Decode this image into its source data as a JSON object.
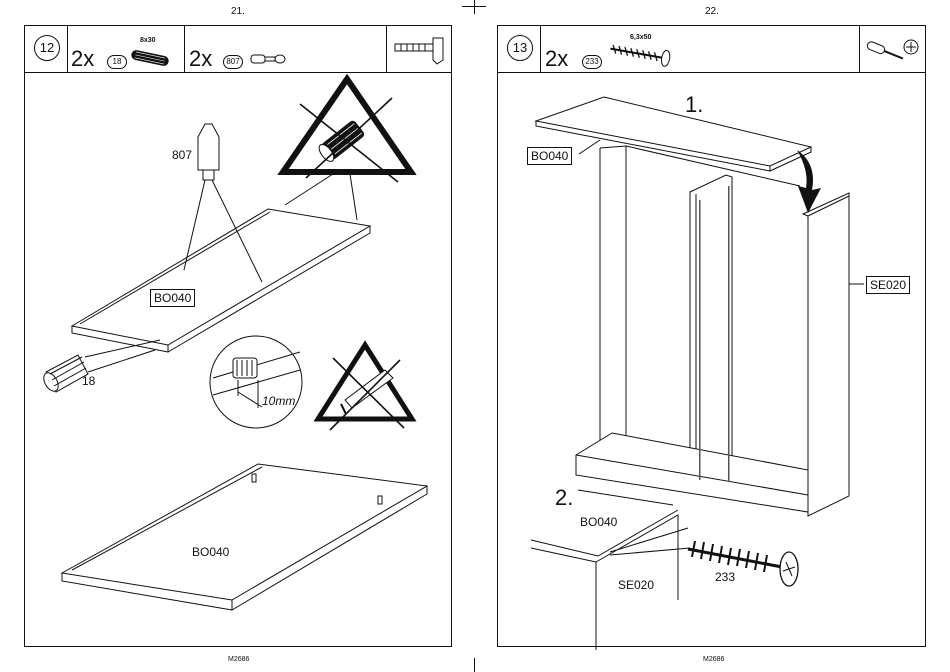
{
  "left_page": {
    "page_number": "21.",
    "footer_code": "M2686",
    "step": "12",
    "parts": [
      {
        "qty": "2x",
        "code": "18",
        "dimension": "8x30"
      },
      {
        "qty": "2x",
        "code": "807"
      }
    ],
    "tool_icon": "hammer-icon",
    "callouts": {
      "pin_807": "807",
      "dowel_18": "18",
      "panel_top": "BO040",
      "panel_bottom": "BO040",
      "depth": "10mm"
    },
    "warning_icons": [
      "no-dowel-hammer-warning-icon",
      "no-glue-warning-icon"
    ]
  },
  "right_page": {
    "page_number": "22.",
    "footer_code": "M2686",
    "step": "13",
    "parts": [
      {
        "qty": "2x",
        "code": "233",
        "dimension": "6,3x50"
      }
    ],
    "tool_icons": [
      "screwdriver-icon",
      "phillips-head-icon"
    ],
    "substeps": [
      "1.",
      "2."
    ],
    "callouts": {
      "top_panel": "BO040",
      "side_panel": "SE020",
      "detail_top": "BO040",
      "detail_side": "SE020",
      "screw": "233"
    }
  }
}
